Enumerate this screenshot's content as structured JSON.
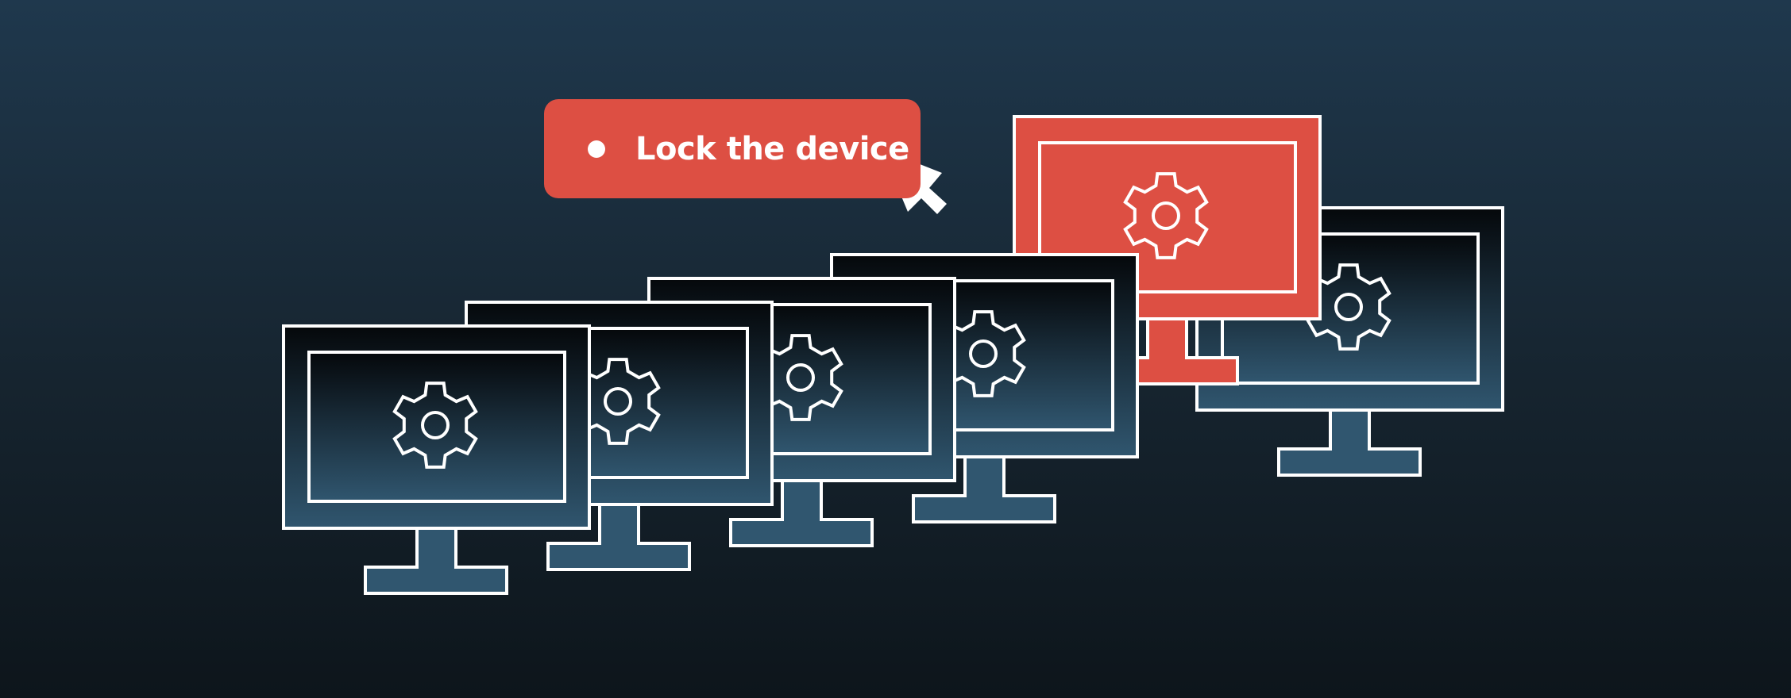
{
  "action_button": {
    "label": "Lock the device",
    "icon": "bullet-dot-icon"
  },
  "cursor": {
    "icon": "mouse-pointer-icon"
  },
  "monitors": [
    {
      "id": "monitor-6",
      "selected": false
    },
    {
      "id": "monitor-5",
      "selected": true
    },
    {
      "id": "monitor-4",
      "selected": false
    },
    {
      "id": "monitor-3",
      "selected": false
    },
    {
      "id": "monitor-2",
      "selected": false
    },
    {
      "id": "monitor-1",
      "selected": false
    }
  ],
  "colors": {
    "accent": "#dd4f43",
    "outline": "#ffffff",
    "screen_top": "#05080b",
    "screen_bottom": "#30566f"
  }
}
